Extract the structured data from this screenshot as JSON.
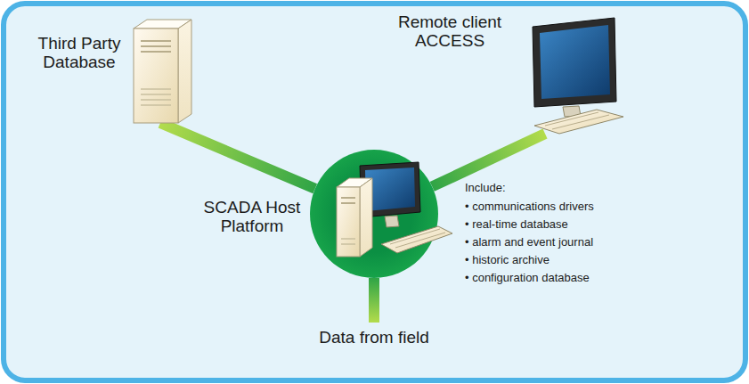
{
  "diagram": {
    "nodes": [
      {
        "text": [
          "Third Party Database"
        ]
      },
      {
        "text": [
          "Remote client ACCESS"
        ]
      },
      {
        "text": [
          "SCADA Host Platform",
          "Include:",
          "• communications drivers",
          "• real-time database",
          "• alarm and event journal",
          "• historic archive",
          "• configuration database"
        ]
      },
      {
        "text": [
          "Data from field"
        ]
      }
    ],
    "edges": [
      {
        "from": 0,
        "to": 2,
        "arrow": "none"
      },
      {
        "from": 1,
        "to": 2,
        "arrow": "none"
      },
      {
        "from": 2,
        "to": 3,
        "arrow": "none"
      }
    ]
  }
}
